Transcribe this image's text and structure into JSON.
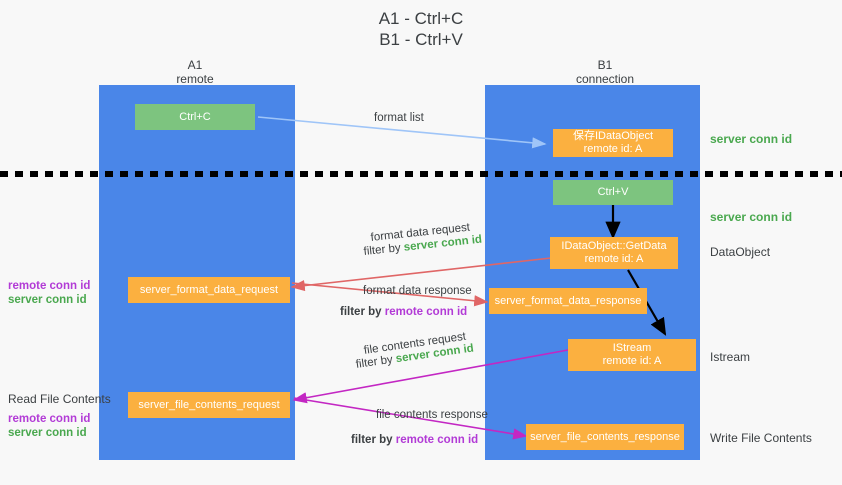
{
  "title": {
    "line1": "A1 - Ctrl+C",
    "line2": "B1 - Ctrl+V"
  },
  "columns": [
    {
      "name": "A1",
      "sub": "remote"
    },
    {
      "name": "B1",
      "sub": "connection"
    }
  ],
  "colors": {
    "lane": "#4a86e8",
    "green_box": "#7dc47f",
    "orange_box": "#fbb040",
    "server_conn_id": "#4aa84f",
    "remote_conn_id": "#b23bd6",
    "arrow_format_list": "#9fc5f8",
    "arrow_format_data": "#e06666",
    "arrow_file_contents": "#c327c3",
    "arrow_black": "#000000",
    "divider": "#000000",
    "background": "#f8f8f8"
  },
  "boxes": {
    "ctrl_c": {
      "label": "Ctrl+C"
    },
    "ctrl_v": {
      "label": "Ctrl+V"
    },
    "save_idataobject": {
      "line1": "保存IDataObject",
      "line2": "remote id: A"
    },
    "getdata": {
      "line1": "IDataObject::GetData",
      "line2": "remote id: A"
    },
    "istream": {
      "line1": "IStream",
      "line2": "remote id: A"
    },
    "server_format_data_request": {
      "label": "server_format_data_request"
    },
    "server_format_data_response": {
      "label": "server_format_data_response"
    },
    "server_file_contents_request": {
      "label": "server_file_contents_request"
    },
    "server_file_contents_response": {
      "label": "server_file_contents_response"
    }
  },
  "arrow_labels": {
    "format_list": "format list",
    "format_data_request": "format data request",
    "format_data_request_filter_prefix": "filter by ",
    "format_data_request_filter_key": "server conn id",
    "format_data_response": "format data response",
    "format_data_response_filter_prefix": "filter by ",
    "format_data_response_filter_key": "remote conn id",
    "file_contents_request": "file contents request",
    "file_contents_request_filter_prefix": "filter by ",
    "file_contents_request_filter_key": "server conn id",
    "file_contents_response": "file contents response",
    "file_contents_response_filter_prefix": "filter by ",
    "file_contents_response_filter_key": "remote conn id"
  },
  "right_labels": {
    "server_conn_id_top": "server conn id",
    "server_conn_id_mid": "server conn id",
    "dataobject": "DataObject",
    "istream": "Istream",
    "write_file_contents": "Write File Contents"
  },
  "left_labels": {
    "conn_pair_top": {
      "remote": "remote conn id",
      "server": "server conn id"
    },
    "read_file_contents": "Read File Contents",
    "conn_pair_bottom": {
      "remote": "remote conn id",
      "server": "server conn id"
    }
  }
}
